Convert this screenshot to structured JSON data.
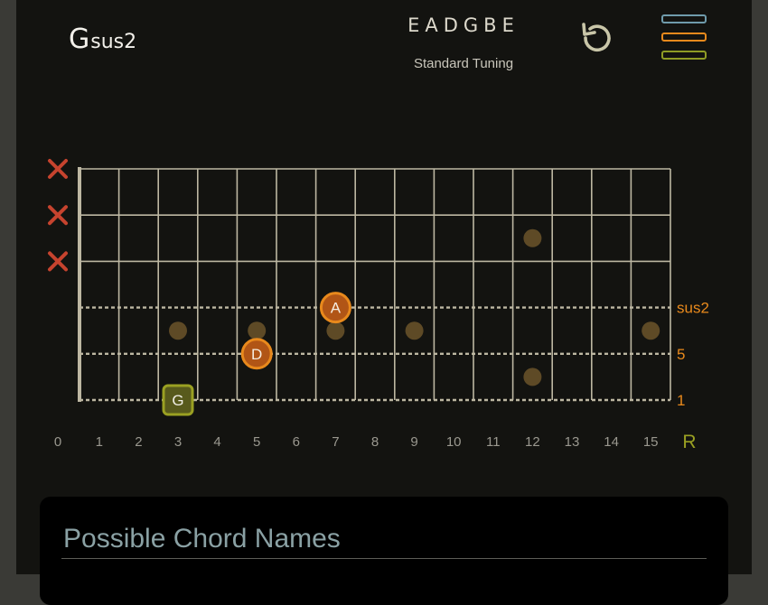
{
  "chord": {
    "root": "G",
    "suffix": "sus2"
  },
  "tuning": {
    "name": "EADGBE",
    "label": "Standard Tuning"
  },
  "icons": {
    "reset": "reset-icon",
    "menu": "menu-icon",
    "muted": "close-x-icon"
  },
  "colors": {
    "menu_bars": [
      "#6f9bab",
      "#e8891c",
      "#8f9c25"
    ],
    "muted": "#c6432e",
    "fret_line": "#bdb7a2",
    "inlay": "#5e4a26",
    "interval_orange": "#e8891c",
    "root_green": "#9aa022"
  },
  "fretboard": {
    "strings": 6,
    "frets": 15,
    "muted_strings": [
      1,
      2,
      3
    ],
    "inlay_dots": [
      {
        "string_gap": 4,
        "fret": 3
      },
      {
        "string_gap": 4,
        "fret": 5
      },
      {
        "string_gap": 4,
        "fret": 7
      },
      {
        "string_gap": 4,
        "fret": 9
      },
      {
        "string_gap": 4,
        "fret": 15
      },
      {
        "string_gap": 2,
        "fret": 12
      },
      {
        "string_gap": 5,
        "fret": 12
      }
    ],
    "interval_strings": [
      {
        "string": 4,
        "label": "sus2"
      },
      {
        "string": 5,
        "label": "5"
      },
      {
        "string": 6,
        "label": "1"
      }
    ],
    "notes": [
      {
        "string": 4,
        "fret": 7,
        "label": "A",
        "type": "interval"
      },
      {
        "string": 5,
        "fret": 5,
        "label": "D",
        "type": "interval"
      },
      {
        "string": 6,
        "fret": 3,
        "label": "G",
        "type": "root"
      }
    ],
    "fret_numbers": [
      "0",
      "1",
      "2",
      "3",
      "4",
      "5",
      "6",
      "7",
      "8",
      "9",
      "10",
      "11",
      "12",
      "13",
      "14",
      "15"
    ],
    "root_marker": "R"
  },
  "card": {
    "title": "Possible Chord Names"
  }
}
